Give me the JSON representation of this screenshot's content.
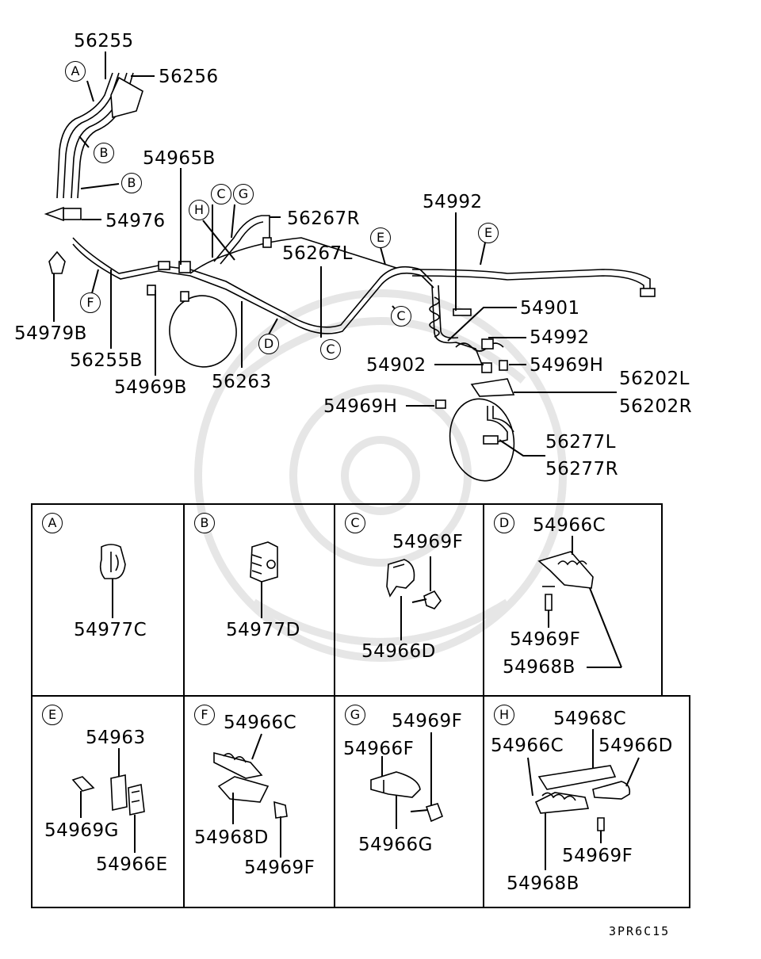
{
  "diagram": {
    "ref_code": "3PR6C15",
    "main_labels": {
      "p56255": "56255",
      "p56256": "56256",
      "p54965b": "54965B",
      "p54976": "54976",
      "p54979b": "54979B",
      "p56255b": "56255B",
      "p54969b": "54969B",
      "p56263": "56263",
      "p56267r": "56267R",
      "p56267l": "56267L",
      "p54992a": "54992",
      "p54901": "54901",
      "p54992b": "54992",
      "p54902": "54902",
      "p54969h_a": "54969H",
      "p54969h_b": "54969H",
      "p56202l": "56202L",
      "p56202r": "56202R",
      "p56277l": "56277L",
      "p56277r": "56277R"
    },
    "callouts": {
      "a": "A",
      "b1": "B",
      "b2": "B",
      "c1": "C",
      "g": "G",
      "h": "H",
      "e1": "E",
      "e2": "E",
      "f": "F",
      "d": "D",
      "c2": "C",
      "c3": "C"
    },
    "panels": [
      {
        "letter": "A",
        "parts": [
          "54977C"
        ]
      },
      {
        "letter": "B",
        "parts": [
          "54977D"
        ]
      },
      {
        "letter": "C",
        "parts": [
          "54969F",
          "54966D"
        ]
      },
      {
        "letter": "D",
        "parts": [
          "54966C",
          "54969F",
          "54968B"
        ]
      },
      {
        "letter": "E",
        "parts": [
          "54963",
          "54969G",
          "54966E"
        ]
      },
      {
        "letter": "F",
        "parts": [
          "54966C",
          "54968D",
          "54969F"
        ]
      },
      {
        "letter": "G",
        "parts": [
          "54969F",
          "54966F",
          "54966G"
        ]
      },
      {
        "letter": "H",
        "parts": [
          "54968C",
          "54966C",
          "54966D",
          "54969F",
          "54968B"
        ]
      }
    ]
  }
}
